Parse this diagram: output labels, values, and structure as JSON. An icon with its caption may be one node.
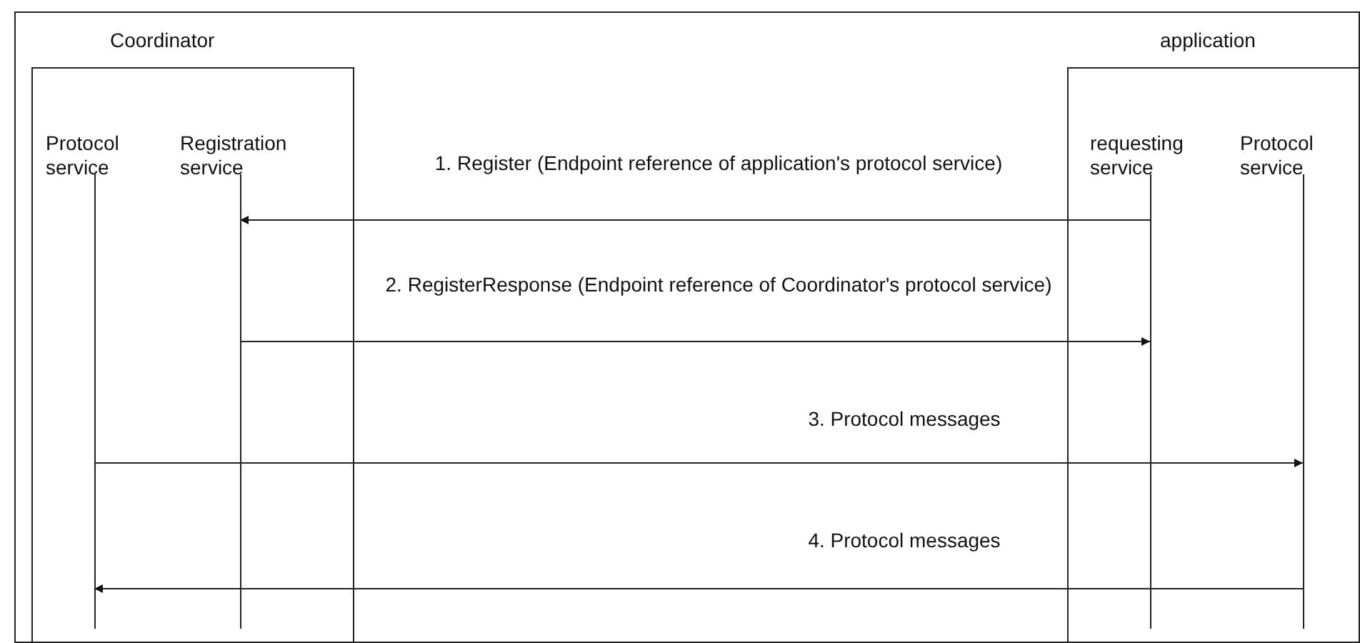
{
  "diagram": {
    "nodes": [
      {
        "text": [
          "Coordinator"
        ]
      },
      {
        "text": [
          "Protocol service"
        ],
        "in": 0
      },
      {
        "text": [
          "Registration service"
        ],
        "in": 0
      },
      {
        "text": [
          "application"
        ]
      },
      {
        "text": [
          "requesting service"
        ],
        "in": 3
      },
      {
        "text": [
          "Protocol service"
        ],
        "in": 3
      }
    ],
    "edges": [
      {
        "from": 4,
        "to": 2,
        "arrow": "to",
        "label": "1. Register (Endpoint reference of application's protocol service)"
      },
      {
        "from": 2,
        "to": 4,
        "arrow": "to",
        "label": "2. RegisterResponse (Endpoint reference of Coordinator's protocol service)"
      },
      {
        "from": 1,
        "to": 5,
        "arrow": "to",
        "label": "3. Protocol messages"
      },
      {
        "from": 5,
        "to": 1,
        "arrow": "to",
        "label": "4. Protocol messages"
      }
    ]
  }
}
